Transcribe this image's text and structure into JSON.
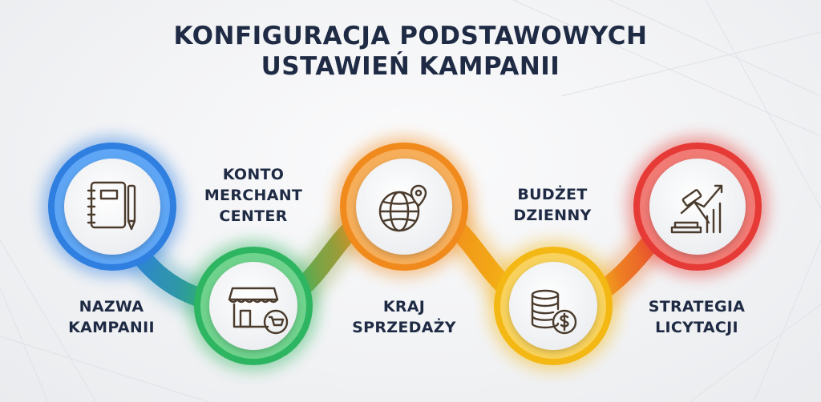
{
  "title": {
    "line1": "KONFIGURACJA PODSTAWOWYCH",
    "line2": "USTAWIEŃ KAMPANII"
  },
  "steps": [
    {
      "lines": [
        "NAZWA",
        "KAMPANII"
      ],
      "icon": "notebook-pen-icon",
      "color": "#2f7fe0"
    },
    {
      "lines": [
        "KONTO",
        "MERCHANT",
        "CENTER"
      ],
      "icon": "shop-cart-icon",
      "color": "#2eb561"
    },
    {
      "lines": [
        "KRAJ",
        "SPRZEDAŻY"
      ],
      "icon": "globe-pin-icon",
      "color": "#f08a1c"
    },
    {
      "lines": [
        "BUDŻET",
        "DZIENNY"
      ],
      "icon": "coins-dollar-icon",
      "color": "#f4b814"
    },
    {
      "lines": [
        "STRATEGIA",
        "LICYTACJI"
      ],
      "icon": "gavel-growth-icon",
      "color": "#e63a36"
    }
  ]
}
